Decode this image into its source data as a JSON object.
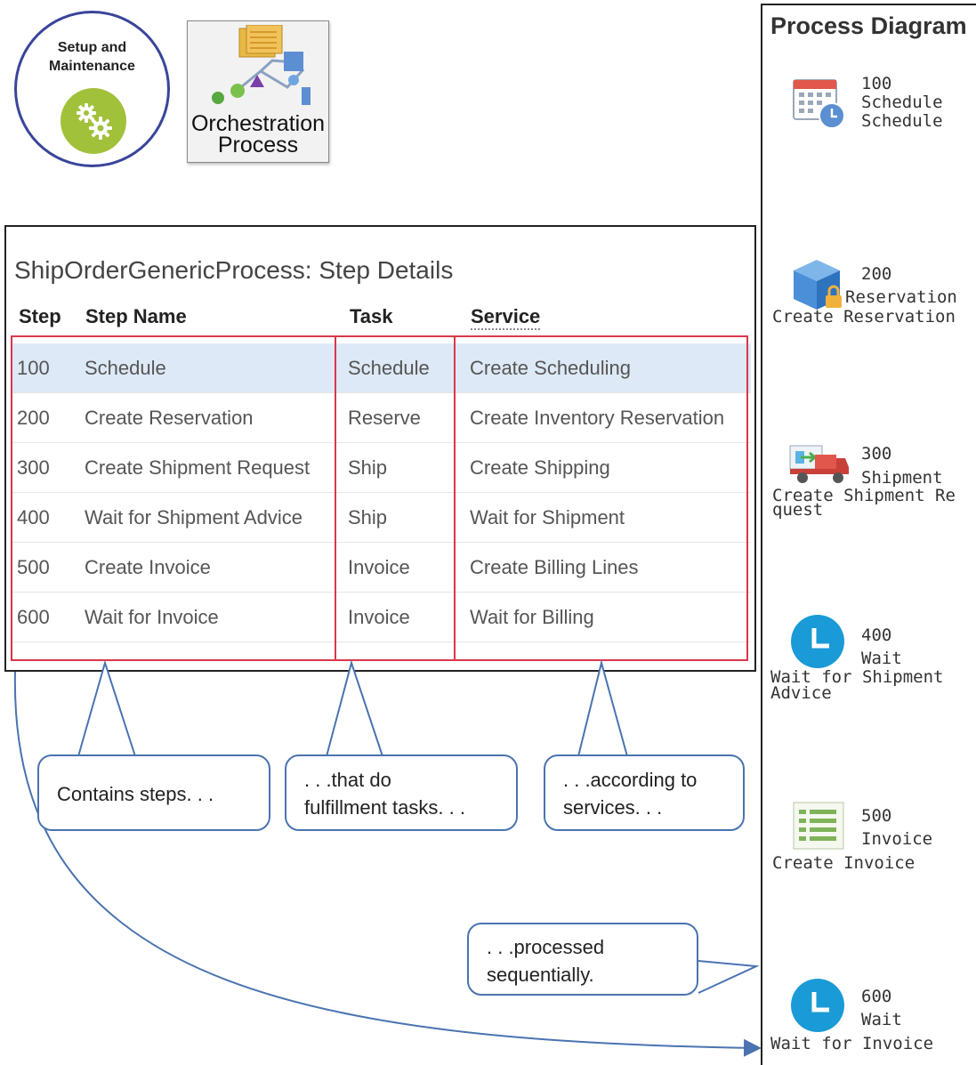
{
  "setup": {
    "label": "Setup and\nMaintenance",
    "icon": "gears-icon"
  },
  "orchestration_tile": {
    "label": "Orchestration\nProcess",
    "icon": "process-flow-icon"
  },
  "details": {
    "title": "ShipOrderGenericProcess: Step Details",
    "headers": {
      "step": "Step",
      "step_name": "Step Name",
      "task": "Task",
      "service": "Service"
    },
    "rows": [
      {
        "step": "100",
        "name": "Schedule",
        "task": "Schedule",
        "service": "Create Scheduling",
        "selected": true
      },
      {
        "step": "200",
        "name": "Create Reservation",
        "task": "Reserve",
        "service": "Create Inventory Reservation"
      },
      {
        "step": "300",
        "name": "Create Shipment Request",
        "task": "Ship",
        "service": "Create Shipping"
      },
      {
        "step": "400",
        "name": "Wait for Shipment Advice",
        "task": "Ship",
        "service": "Wait for Shipment"
      },
      {
        "step": "500",
        "name": "Create Invoice",
        "task": "Invoice",
        "service": "Create Billing Lines"
      },
      {
        "step": "600",
        "name": "Wait for Invoice",
        "task": "Invoice",
        "service": "Wait for Billing"
      }
    ]
  },
  "callouts": {
    "steps": "Contains  steps. . .",
    "tasks": ". . .that do\nfulfillment  tasks. . .",
    "services": ". . .according to\nservices. . .",
    "sequential": ". . .processed\nsequentially."
  },
  "diagram": {
    "title": "Process Diagram",
    "nodes": [
      {
        "number": "100",
        "task": "Schedule",
        "name": "Schedule",
        "icon": "calendar-clock-icon"
      },
      {
        "number": "200",
        "task": "Reservation",
        "name": "Create Reservation",
        "icon": "box-lock-icon"
      },
      {
        "number": "300",
        "task": "Shipment",
        "name": "Create Shipment Re\nquest",
        "icon": "truck-icon"
      },
      {
        "number": "400",
        "task": "Wait",
        "name": "Wait for Shipment\nAdvice",
        "icon": "clock-icon"
      },
      {
        "number": "500",
        "task": "Invoice",
        "name": "Create Invoice",
        "icon": "invoice-icon"
      },
      {
        "number": "600",
        "task": "Wait",
        "name": "Wait for Invoice",
        "icon": "clock-icon"
      }
    ]
  },
  "colors": {
    "highlight_box": "#d9374b",
    "callout_border": "#4a73b0",
    "selected_row": "#dde9f6",
    "clock_blue": "#1a9ad6",
    "gear_green": "#a1c13b"
  }
}
